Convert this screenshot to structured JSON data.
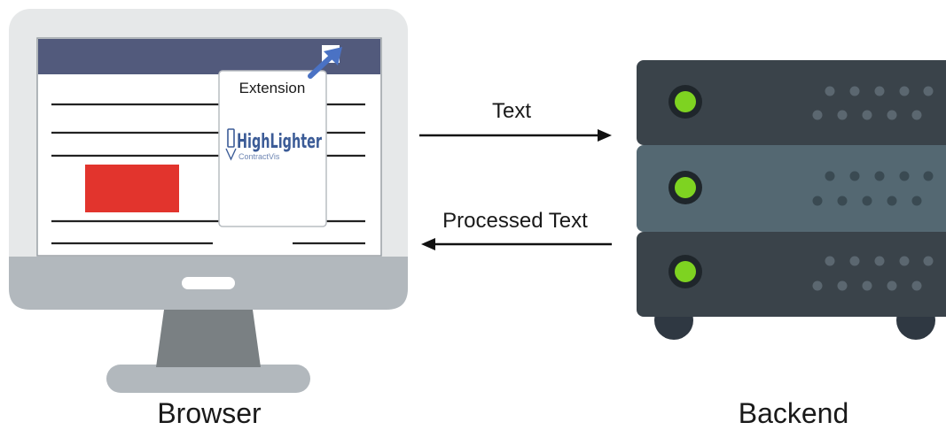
{
  "extension": {
    "title": "Extension",
    "logo_text_bold": "HighLighter",
    "logo_subtext": "ContractVis"
  },
  "arrows": {
    "request_label": "Text",
    "response_label": "Processed Text"
  },
  "labels": {
    "browser": "Browser",
    "backend": "Backend"
  },
  "icons": {
    "monitor": "monitor-icon",
    "server": "server-rack-icon",
    "expand": "expand-arrow-icon"
  },
  "colors": {
    "monitor_frame": "#e6e8e9",
    "monitor_chin": "#b2b8bd",
    "stand": "#7a8083",
    "browser_bar": "#525a7c",
    "red_block": "#e2342d",
    "server_dark": "#3a434a",
    "server_mid": "#546872",
    "led_green": "#7ed321",
    "logo_blue": "#3c5c97"
  }
}
